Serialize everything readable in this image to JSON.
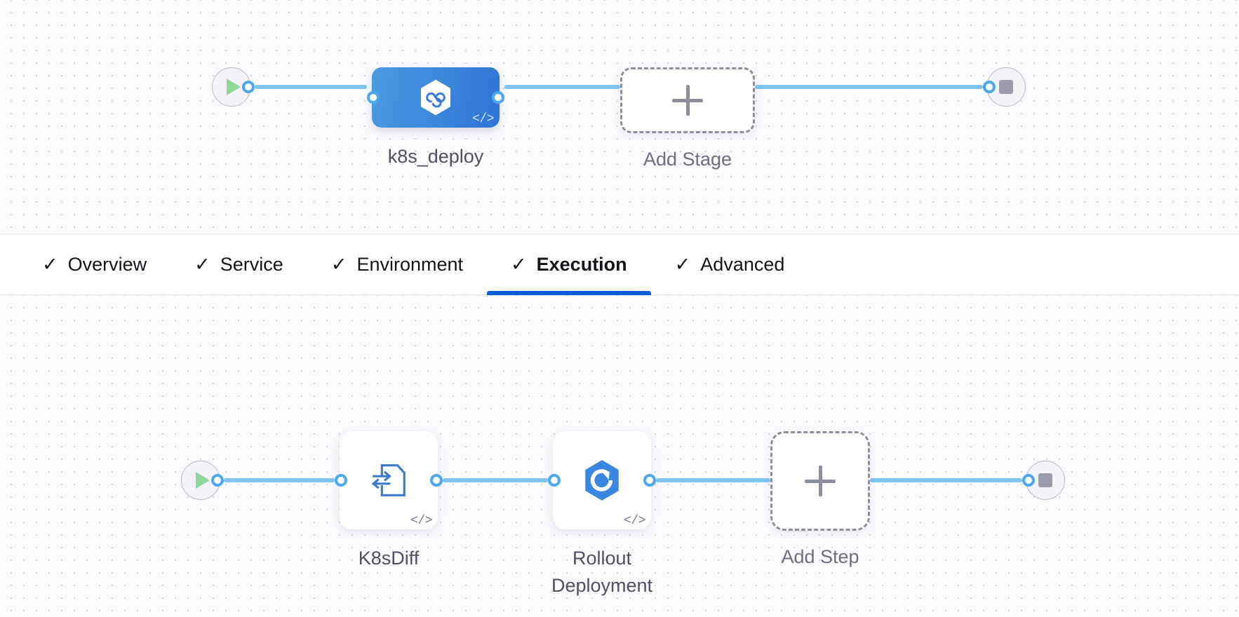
{
  "stage_flow": {
    "start_node": {
      "icon": "play-icon",
      "name": "pipeline-start"
    },
    "end_node": {
      "icon": "stop-icon",
      "name": "pipeline-end"
    },
    "stages": [
      {
        "label": "k8s_deploy",
        "icon": "harness-hexagon-infinity-icon",
        "code_badge": "</>",
        "selected": true
      }
    ],
    "add_stage": {
      "label": "Add Stage",
      "icon": "plus-icon"
    }
  },
  "tabs": [
    {
      "label": "Overview",
      "check": "✓",
      "active": false
    },
    {
      "label": "Service",
      "check": "✓",
      "active": false
    },
    {
      "label": "Environment",
      "check": "✓",
      "active": false
    },
    {
      "label": "Execution",
      "check": "✓",
      "active": true
    },
    {
      "label": "Advanced",
      "check": "✓",
      "active": false
    }
  ],
  "step_flow": {
    "start_node": {
      "icon": "play-icon",
      "name": "execution-start"
    },
    "end_node": {
      "icon": "stop-icon",
      "name": "execution-end"
    },
    "steps": [
      {
        "label": "K8sDiff",
        "icon": "k8s-diff-document-icon",
        "code_badge": "</>"
      },
      {
        "label": "Rollout\nDeployment",
        "icon": "rollout-deployment-hexagon-icon",
        "code_badge": "</>"
      }
    ],
    "add_step": {
      "label": "Add Step",
      "icon": "plus-icon"
    }
  },
  "colors": {
    "accent_blue": "#0b5cd8",
    "connector_blue": "#7fc5f0",
    "connector_dot": "#4ca9ef",
    "stage_node_gradient_start": "#4a9be0",
    "stage_node_gradient_end": "#2f74d6",
    "step_icon_blue": "#3b79d1",
    "rollout_icon_blue": "#3b86e0",
    "play_green": "#8fd89a",
    "stop_gray": "#9a9cab",
    "dashed_border": "#8b8f9f",
    "label_text": "#4e5165",
    "canvas_bg": "#fafbfd",
    "dot_grid": "#c9cfdb",
    "tab_text": "#14151a",
    "add_label_text": "#6b6f80"
  }
}
